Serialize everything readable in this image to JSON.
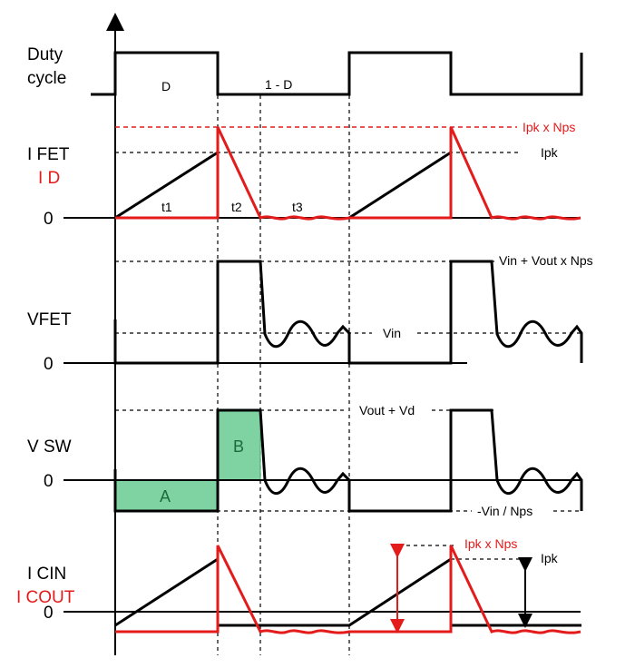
{
  "rows": {
    "duty": {
      "label_1": "Duty",
      "label_2": "cycle",
      "d": "D",
      "one_minus_d": "1 - D"
    },
    "ifet": {
      "label": "I FET",
      "label_red": "I D",
      "zero": "0",
      "ipk_nps": "Ipk x Nps",
      "ipk": "Ipk",
      "t1": "t1",
      "t2": "t2",
      "t3": "t3"
    },
    "vfet": {
      "label": "VFET",
      "zero": "0",
      "vin_vout": "Vin + Vout x Nps",
      "vin": "Vin"
    },
    "vsw": {
      "label": "V SW",
      "zero": "0",
      "vout_vd": "Vout + Vd",
      "vin_nps": "-Vin / Nps",
      "area_a": "A",
      "area_b": "B"
    },
    "icin": {
      "label": "I CIN",
      "label_red": "I COUT",
      "zero": "0",
      "ipk_nps": "Ipk x Nps",
      "ipk": "Ipk"
    }
  },
  "colors": {
    "red": "#e31b1b",
    "green_fill": "#7fd3a3",
    "green_text": "#1d6b3a"
  }
}
